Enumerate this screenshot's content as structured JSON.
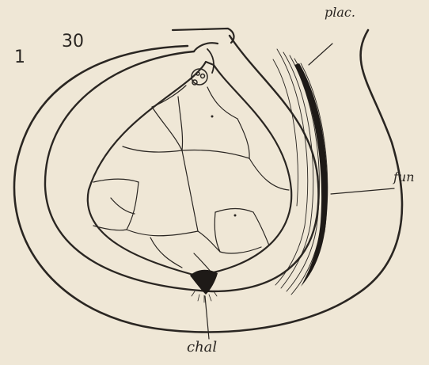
{
  "figure": {
    "number": "30",
    "scale_mark": "1",
    "labels": {
      "placenta": "plac.",
      "funiculus": "fun",
      "chalaza": "chal"
    }
  }
}
